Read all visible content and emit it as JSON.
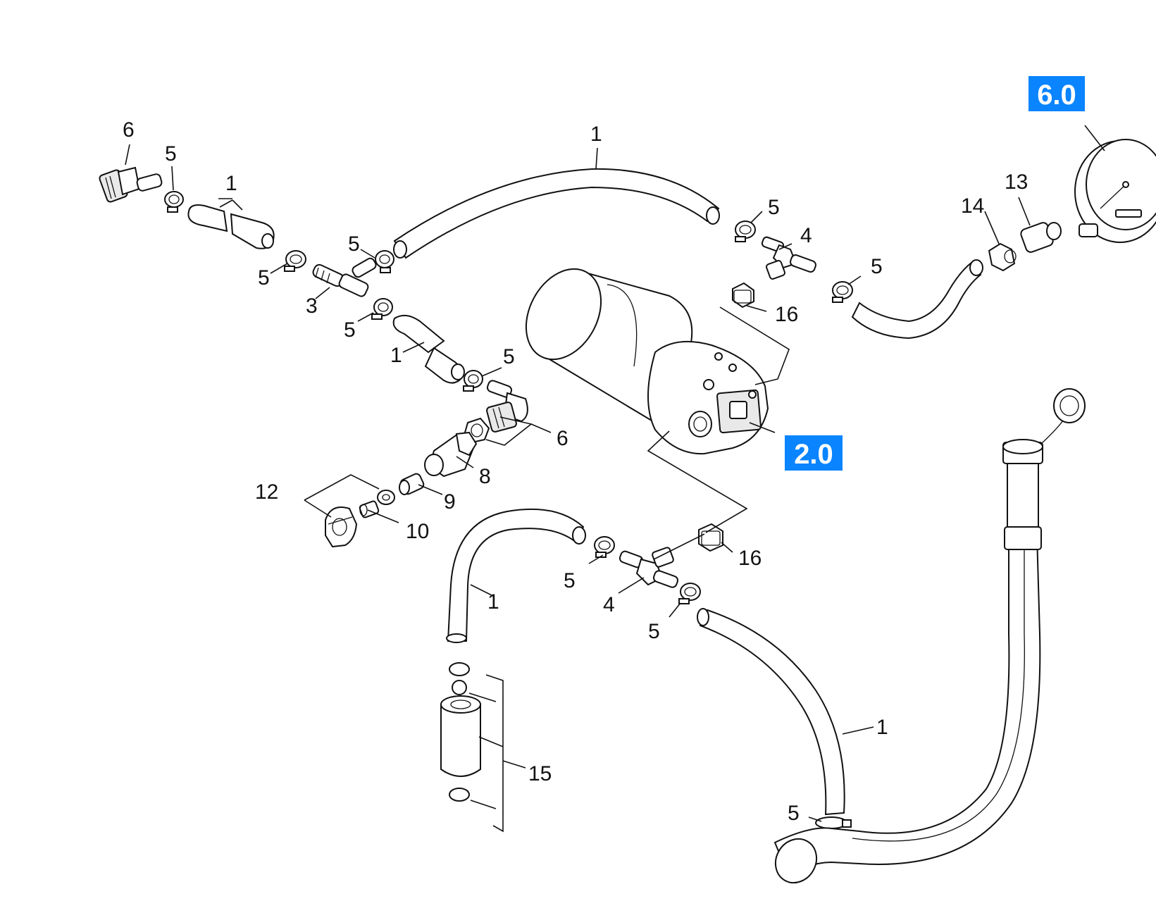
{
  "accent_color": "#0a84ff",
  "badges": {
    "gauge_ref": "6.0",
    "pump_ref": "2.0"
  },
  "callouts": {
    "c6_top": "6",
    "c5_a": "5",
    "c1_short": "1",
    "c1_long_top": "1",
    "c5_b": "5",
    "c5_c": "5",
    "c3": "3",
    "c5_d": "5",
    "c1_mid": "1",
    "c5_e": "5",
    "c6_mid": "6",
    "c8": "8",
    "c9": "9",
    "c12": "12",
    "c10": "10",
    "c5_f": "5",
    "c4_top": "4",
    "c5_g": "5",
    "c16_top": "16",
    "c14": "14",
    "c13": "13",
    "c5_h": "5",
    "c4_bottom": "4",
    "c16_bottom": "16",
    "c1_left_bottom": "1",
    "c5_i": "5",
    "c15": "15",
    "c1_right_bottom": "1",
    "c5_j": "5"
  }
}
